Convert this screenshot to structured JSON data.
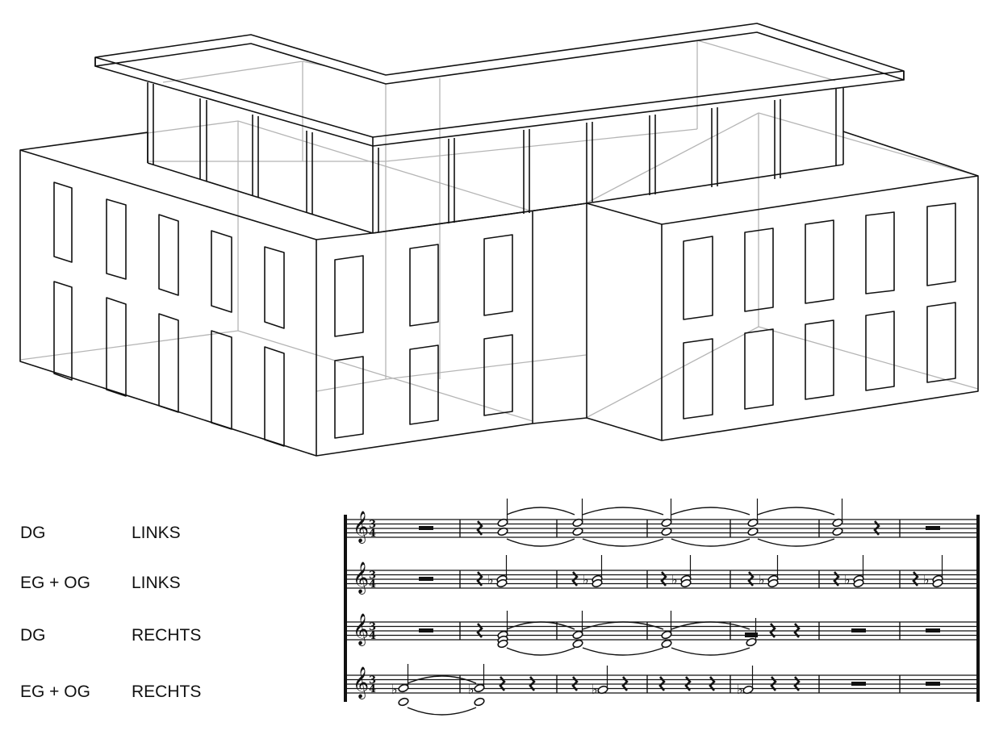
{
  "rows": [
    {
      "floor": "DG",
      "side": "LINKS"
    },
    {
      "floor": "EG + OG",
      "side": "LINKS"
    },
    {
      "floor": "DG",
      "side": "RECHTS"
    },
    {
      "floor": "EG + OG",
      "side": "RECHTS"
    }
  ],
  "score": {
    "time_signature": {
      "top": "3",
      "bottom": "4"
    },
    "measures_per_staff": 7
  }
}
